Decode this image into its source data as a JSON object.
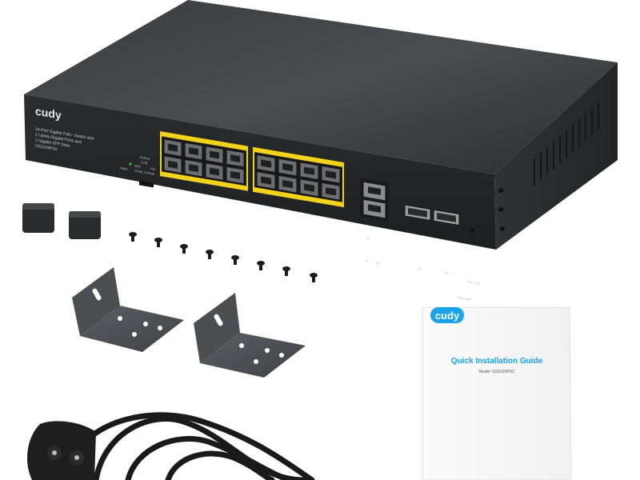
{
  "switch": {
    "brand": "cudy",
    "description_line1": "16-Port Gigabit PoE+ Switch with",
    "description_line2": "2 Uplink Gigabit Ports and",
    "description_line3": "2 Gigabit SFP Slots",
    "model": "GS1018PS2",
    "pwr_label": "PWR",
    "extend_label": "Extend",
    "extend_ports": "(1-8)",
    "off_label": "OFF",
    "on_label": "ON",
    "vlan_label": "VLAN",
    "mode_label": "4 Mode",
    "uplink_top": "17",
    "uplink_bottom_a": "17",
    "uplink_bottom_b": "18",
    "sfp_a": "19",
    "sfp_b": "20",
    "poe_led_label": "PoE LED",
    "poe_max_label": "PoE MAX",
    "port_color": "#f2d21b",
    "body_color": "#2e3032"
  },
  "guide": {
    "brand": "cudy",
    "title": "Quick Installation Guide",
    "model": "Model: GS1018PS2",
    "accent_color": "#1aa3e8"
  },
  "accessories": {
    "rubber_feet_count": 2,
    "screw_count": 8,
    "bracket_count": 2,
    "power_cord": "power-cord"
  }
}
